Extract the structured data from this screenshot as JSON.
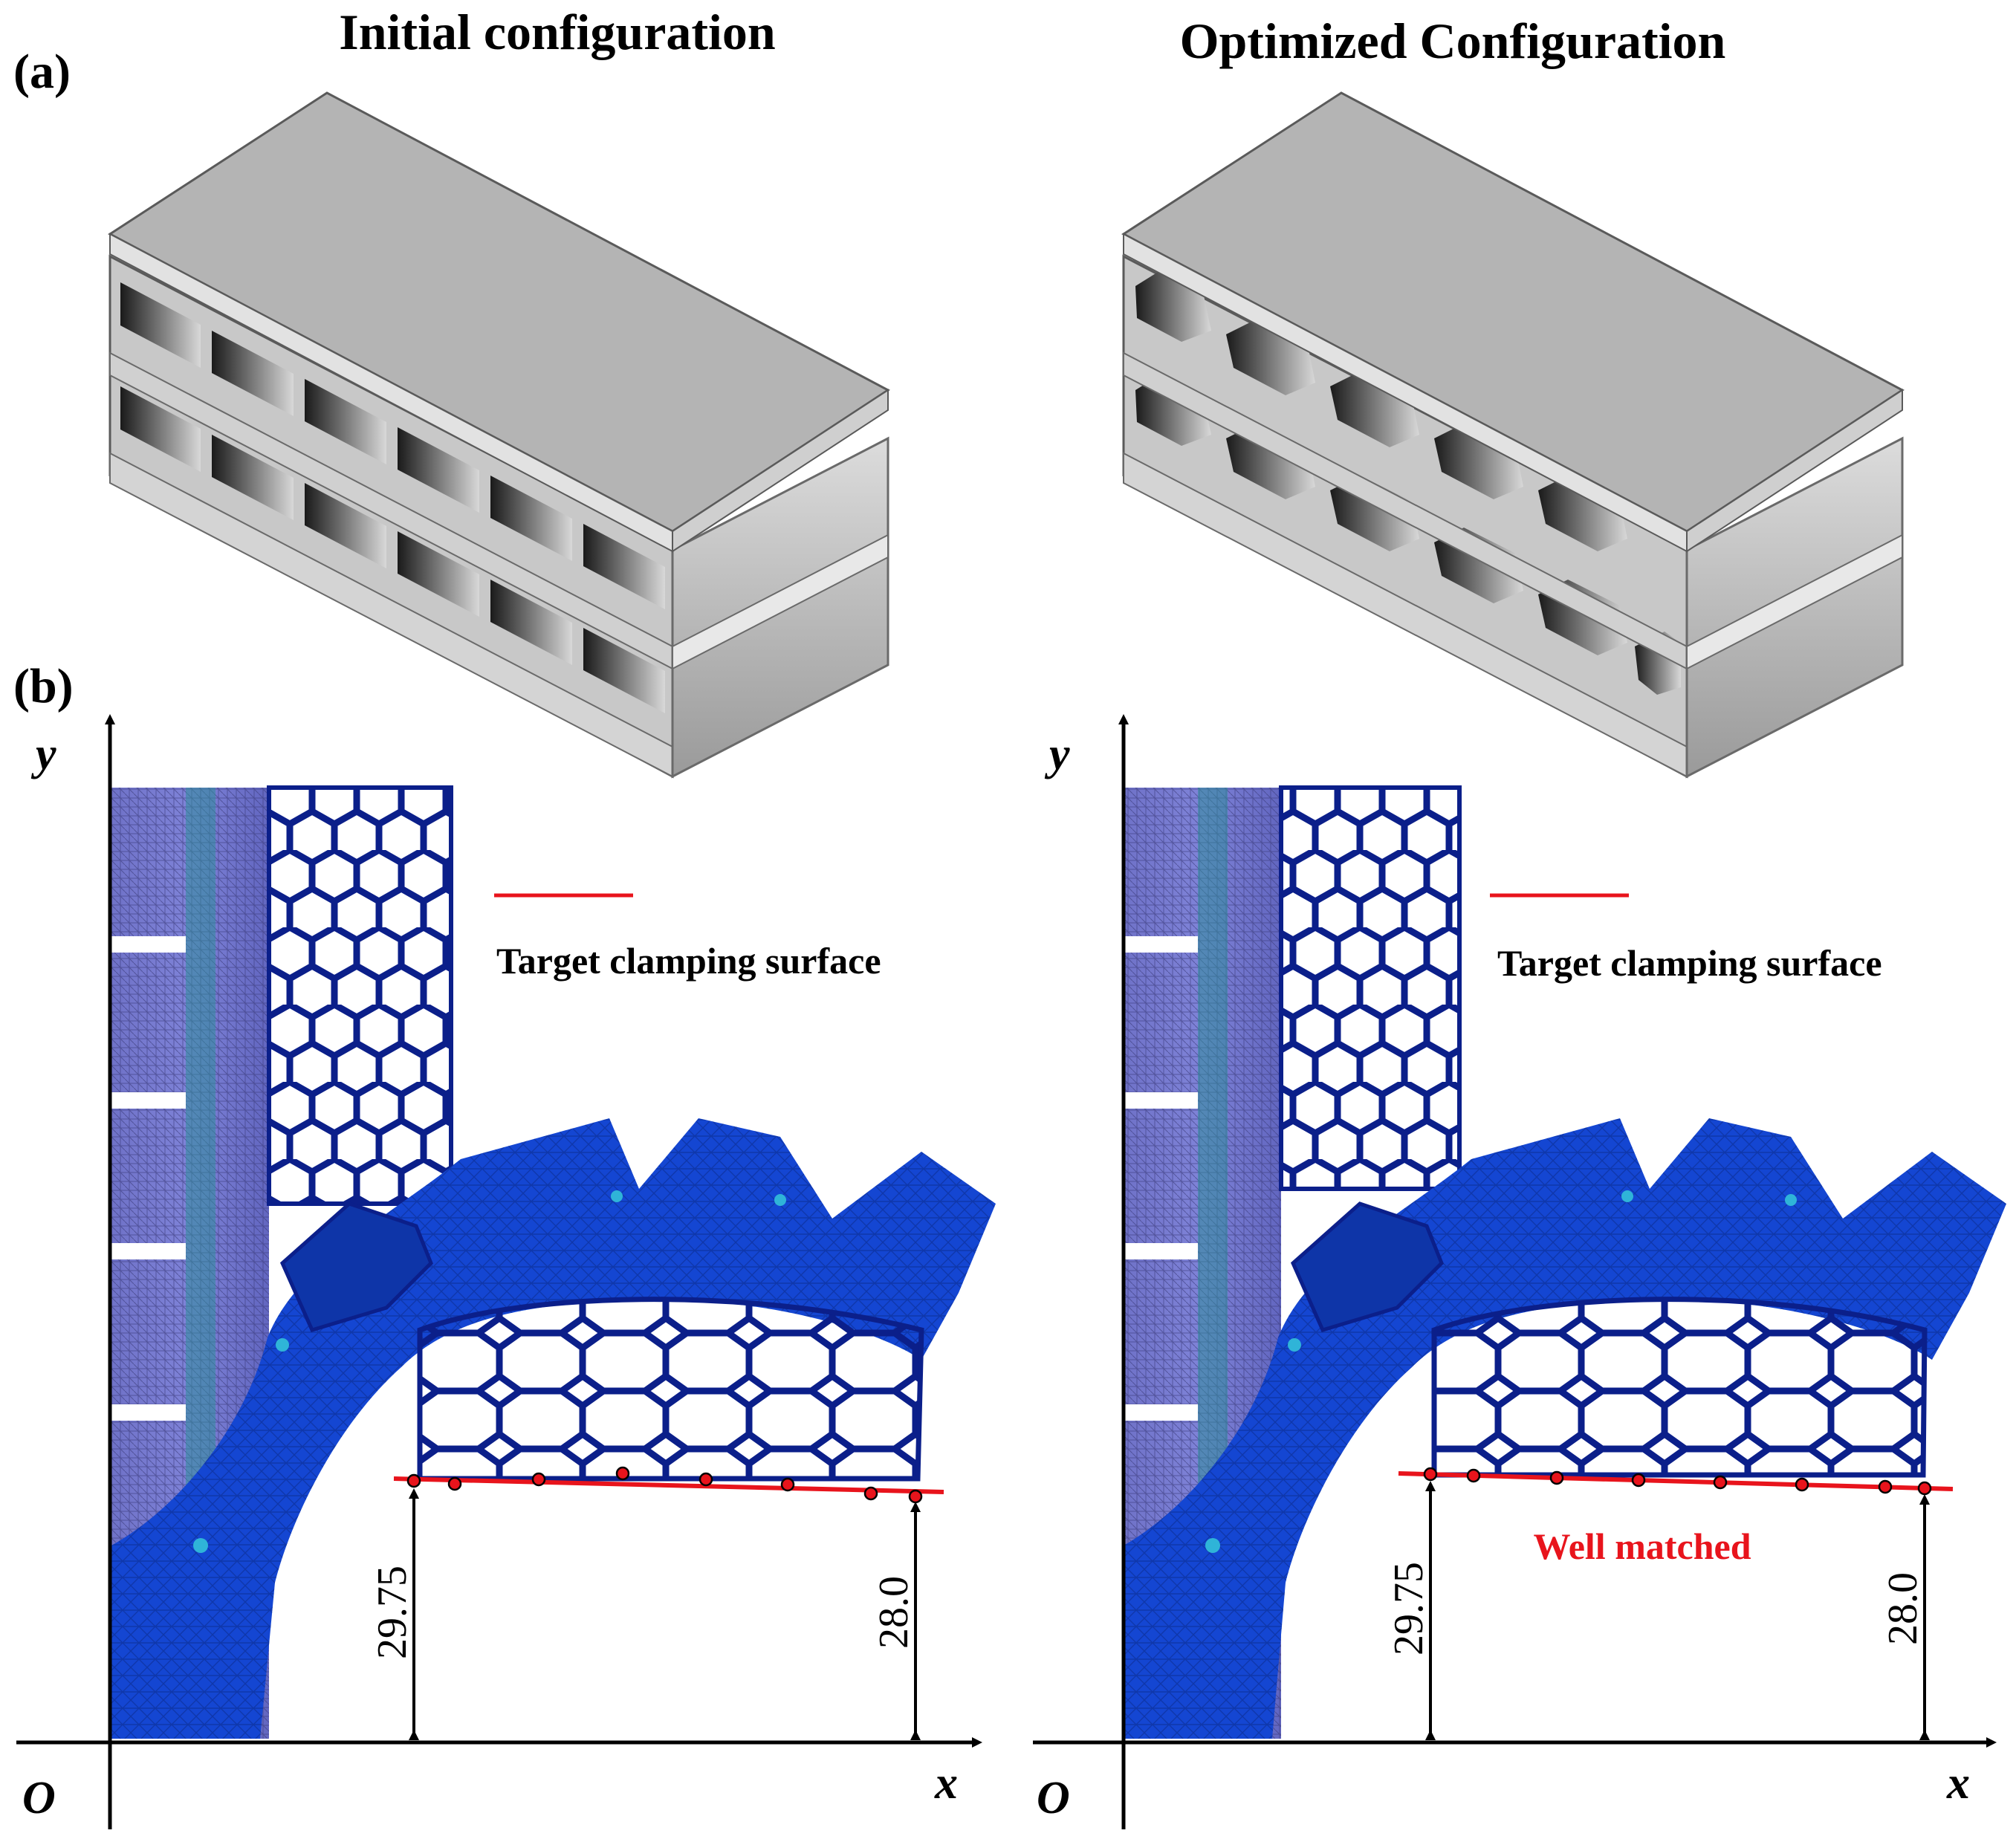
{
  "panel_a": {
    "label": "(a)",
    "left_title": "Initial configuration",
    "right_title": "Optimized Configuration"
  },
  "panel_b": {
    "label": "(b)",
    "axis_y": "y",
    "axis_x": "x",
    "origin": "O",
    "legend_label": "Target clamping surface",
    "left_dims": {
      "left_value": "29.75",
      "right_value": "28.0"
    },
    "right_dims": {
      "left_value": "29.75",
      "right_value": "28.0"
    },
    "match_text": "Well matched"
  },
  "colors": {
    "target_line": "#e8141c",
    "mesh_dark": "#0a2a9a",
    "mesh_mid": "#1446d2",
    "mesh_stress": "#2fb4d8",
    "lattice": "#0b1f8a",
    "panel_gray": "#b4b4b4"
  }
}
